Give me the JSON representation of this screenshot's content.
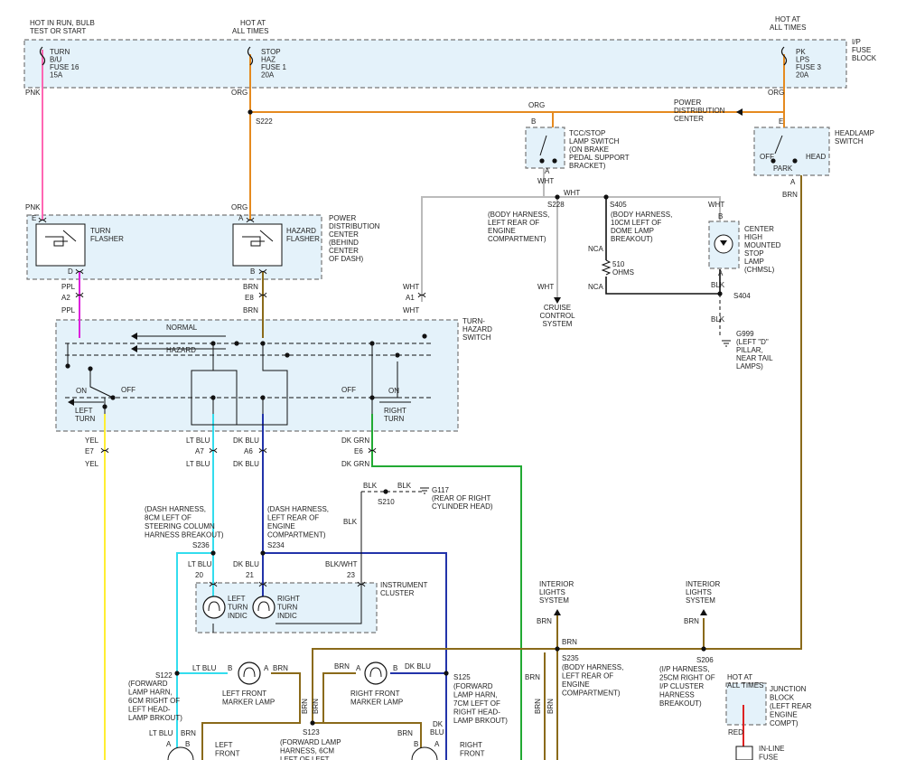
{
  "colors": {
    "pink": "#ff66b3",
    "orange": "#e58a1f",
    "purple": "#dd22dd",
    "gray": "#bbbbbb",
    "yellow": "#ffee33",
    "ltblue": "#33ddee",
    "dkblue": "#2233aa",
    "dkgreen": "#22aa33",
    "brown": "#8a6a1a",
    "black": "#111111",
    "red": "#dd2222",
    "block_fill": "#e4f2fa",
    "dash": "#777777"
  },
  "top": {
    "hot_run_1": "HOT IN RUN, BULB",
    "hot_run_2": "TEST OR START",
    "hot_all_1a": "HOT AT",
    "hot_all_1b": "ALL TIMES",
    "hot_all_2a": "HOT AT",
    "hot_all_2b": "ALL TIMES",
    "fuse_block_1": "I/P",
    "fuse_block_2": "FUSE",
    "fuse_block_3": "BLOCK"
  },
  "fuses": {
    "f16": [
      "TURN",
      "B/U",
      "FUSE 16",
      "15A"
    ],
    "f1": [
      "STOP",
      "HAZ",
      "FUSE 1",
      "20A"
    ],
    "f3": [
      "PK",
      "LPS",
      "FUSE 3",
      "20A"
    ]
  },
  "wires": {
    "pnk": "PNK",
    "org": "ORG",
    "ppl": "PPL",
    "brn": "BRN",
    "wht": "WHT",
    "yel": "YEL",
    "lt_blu": "LT BLU",
    "dk_blu": "DK BLU",
    "dk_grn": "DK GRN",
    "blk": "BLK",
    "blk_wht": "BLK/WHT",
    "nca": "NCA",
    "red": "RED",
    "dk": "DK",
    "blu": "BLU"
  },
  "pins": {
    "e": "E",
    "a": "A",
    "b": "B",
    "d": "D",
    "a2": "A2",
    "e8": "E8",
    "a1": "A1",
    "e7": "E7",
    "a7": "A7",
    "a6": "A6",
    "e6": "E6",
    "p20": "20",
    "p21": "21",
    "p23": "23"
  },
  "splices": {
    "s222": "S222",
    "s228": "S228",
    "s405": "S405",
    "s404": "S404",
    "s210": "S210",
    "s236": "S236",
    "s234": "S234",
    "s235": "S235",
    "s206": "S206",
    "s122": "S122",
    "s123": "S123",
    "s125": "S125"
  },
  "components": {
    "pdc_top": [
      "POWER",
      "DISTRIBUTION",
      "CENTER"
    ],
    "headlamp_sw": [
      "HEADLAMP",
      "SWITCH"
    ],
    "off": "OFF",
    "park": "PARK",
    "head": "HEAD",
    "tcc": [
      "TCC/STOP",
      "LAMP SWITCH",
      "(ON BRAKE",
      "PEDAL SUPPORT",
      "BRACKET)"
    ],
    "turn_flasher": [
      "TURN",
      "FLASHER"
    ],
    "hazard_flasher": [
      "HAZARD",
      "FLASHER"
    ],
    "pdc_mid": [
      "POWER",
      "DISTRIBUTION",
      "CENTER",
      "(BEHIND",
      "CENTER",
      "OF DASH)"
    ],
    "s228_note": [
      "(BODY HARNESS,",
      "LEFT REAR OF",
      "ENGINE",
      "COMPARTMENT)"
    ],
    "s405_note": [
      "(BODY HARNESS,",
      "10CM LEFT OF",
      "DOME LAMP",
      "BREAKOUT)"
    ],
    "resistor": [
      "510",
      "OHMS"
    ],
    "chmsl": [
      "CENTER",
      "HIGH",
      "MOUNTED",
      "STOP",
      "LAMP",
      "(CHMSL)"
    ],
    "cruise": [
      "CRUISE",
      "CONTROL",
      "SYSTEM"
    ],
    "g999": [
      "G999",
      "(LEFT \"D\"",
      "PILLAR,",
      "NEAR TAIL",
      "LAMPS)"
    ],
    "turn_hazard_sw": [
      "TURN-",
      "HAZARD",
      "SWITCH"
    ],
    "normal": "NORMAL",
    "hazard": "HAZARD",
    "on": "ON",
    "off_sw": "OFF",
    "left_turn": [
      "LEFT",
      "TURN"
    ],
    "right_turn": [
      "RIGHT",
      "TURN"
    ],
    "g117": [
      "G117",
      "(REAR OF RIGHT",
      "CYLINDER HEAD)"
    ],
    "s236_note": [
      "(DASH HARNESS,",
      "8CM LEFT OF",
      "STEERING COLUMN",
      "HARNESS BREAKOUT)"
    ],
    "s234_note": [
      "(DASH HARNESS,",
      "LEFT REAR OF",
      "ENGINE",
      "COMPARTMENT)"
    ],
    "cluster": [
      "INSTRUMENT",
      "CLUSTER"
    ],
    "left_indic": [
      "LEFT",
      "TURN",
      "INDIC"
    ],
    "right_indic": [
      "RIGHT",
      "TURN",
      "INDIC"
    ],
    "interior1": [
      "INTERIOR",
      "LIGHTS",
      "SYSTEM"
    ],
    "interior2": [
      "INTERIOR",
      "LIGHTS",
      "SYSTEM"
    ],
    "s235_note": [
      "(BODY HARNESS,",
      "LEFT REAR OF",
      "ENGINE",
      "COMPARTMENT)"
    ],
    "s206_note": [
      "(I/P HARNESS,",
      "25CM RIGHT OF",
      "I/P CLUSTER",
      "HARNESS",
      "BREAKOUT)"
    ],
    "s122_note": [
      "(FORWARD",
      "LAMP HARN,",
      "6CM RIGHT OF",
      "LEFT HEAD-",
      "LAMP BRKOUT)"
    ],
    "s125_note": [
      "(FORWARD",
      "LAMP HARN,",
      "7CM LEFT OF",
      "RIGHT HEAD-",
      "LAMP BRKOUT)"
    ],
    "s123_note": [
      "(FORWARD LAMP",
      "HARNESS, 6CM",
      "LEFT OF LEFT"
    ],
    "left_marker": [
      "LEFT FRONT",
      "MARKER LAMP"
    ],
    "right_marker": [
      "RIGHT FRONT",
      "MARKER LAMP"
    ],
    "left_front": [
      "LEFT",
      "FRONT"
    ],
    "right_front": [
      "RIGHT",
      "FRONT"
    ],
    "hot_jb": [
      "HOT AT",
      "ALL TIMES"
    ],
    "junction": [
      "JUNCTION",
      "BLOCK",
      "(LEFT REAR",
      "ENGINE",
      "COMPT)"
    ],
    "inline_fuse": [
      "IN-LINE",
      "FUSE"
    ]
  }
}
